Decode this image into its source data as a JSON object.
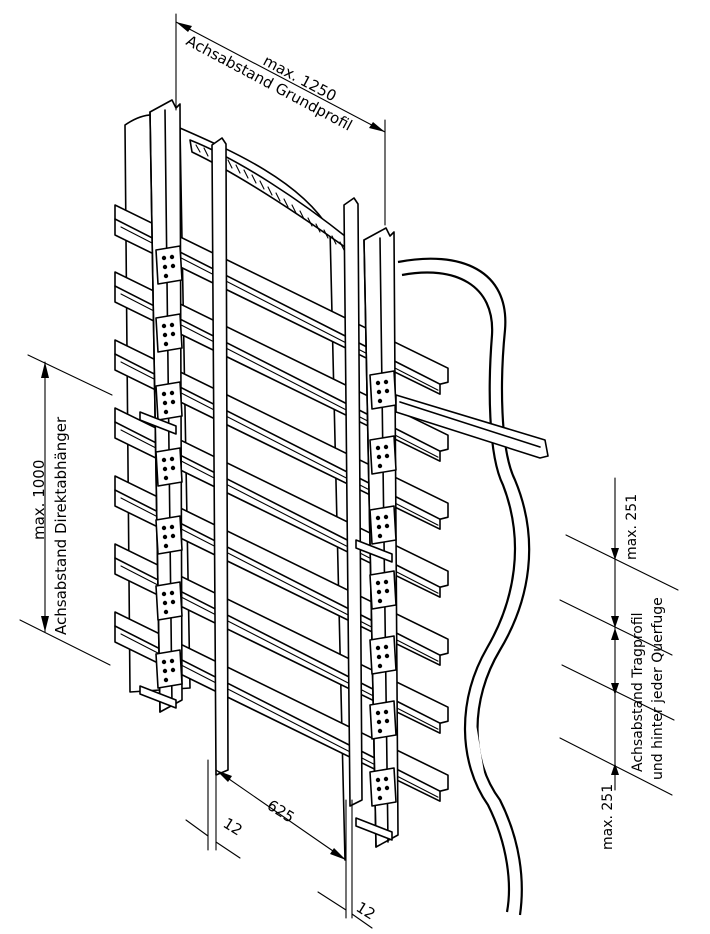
{
  "dimensions": {
    "top_value": "max. 1250",
    "top_label": "Achsabstand Grundprofil",
    "left_value": "max. 1000",
    "left_label": "Achsabstand Direktabhänger",
    "bottom_span": "625",
    "bottom_left_gap": "12",
    "bottom_right_gap": "12",
    "right_top": "max. 251",
    "right_label_line1": "Achsabstand Tragprofil",
    "right_label_line2": "und hinter jeder Querfuge",
    "right_bottom": "max. 251"
  },
  "colors": {
    "stroke": "#000000",
    "fill": "#ffffff",
    "hatch": "#000000"
  }
}
